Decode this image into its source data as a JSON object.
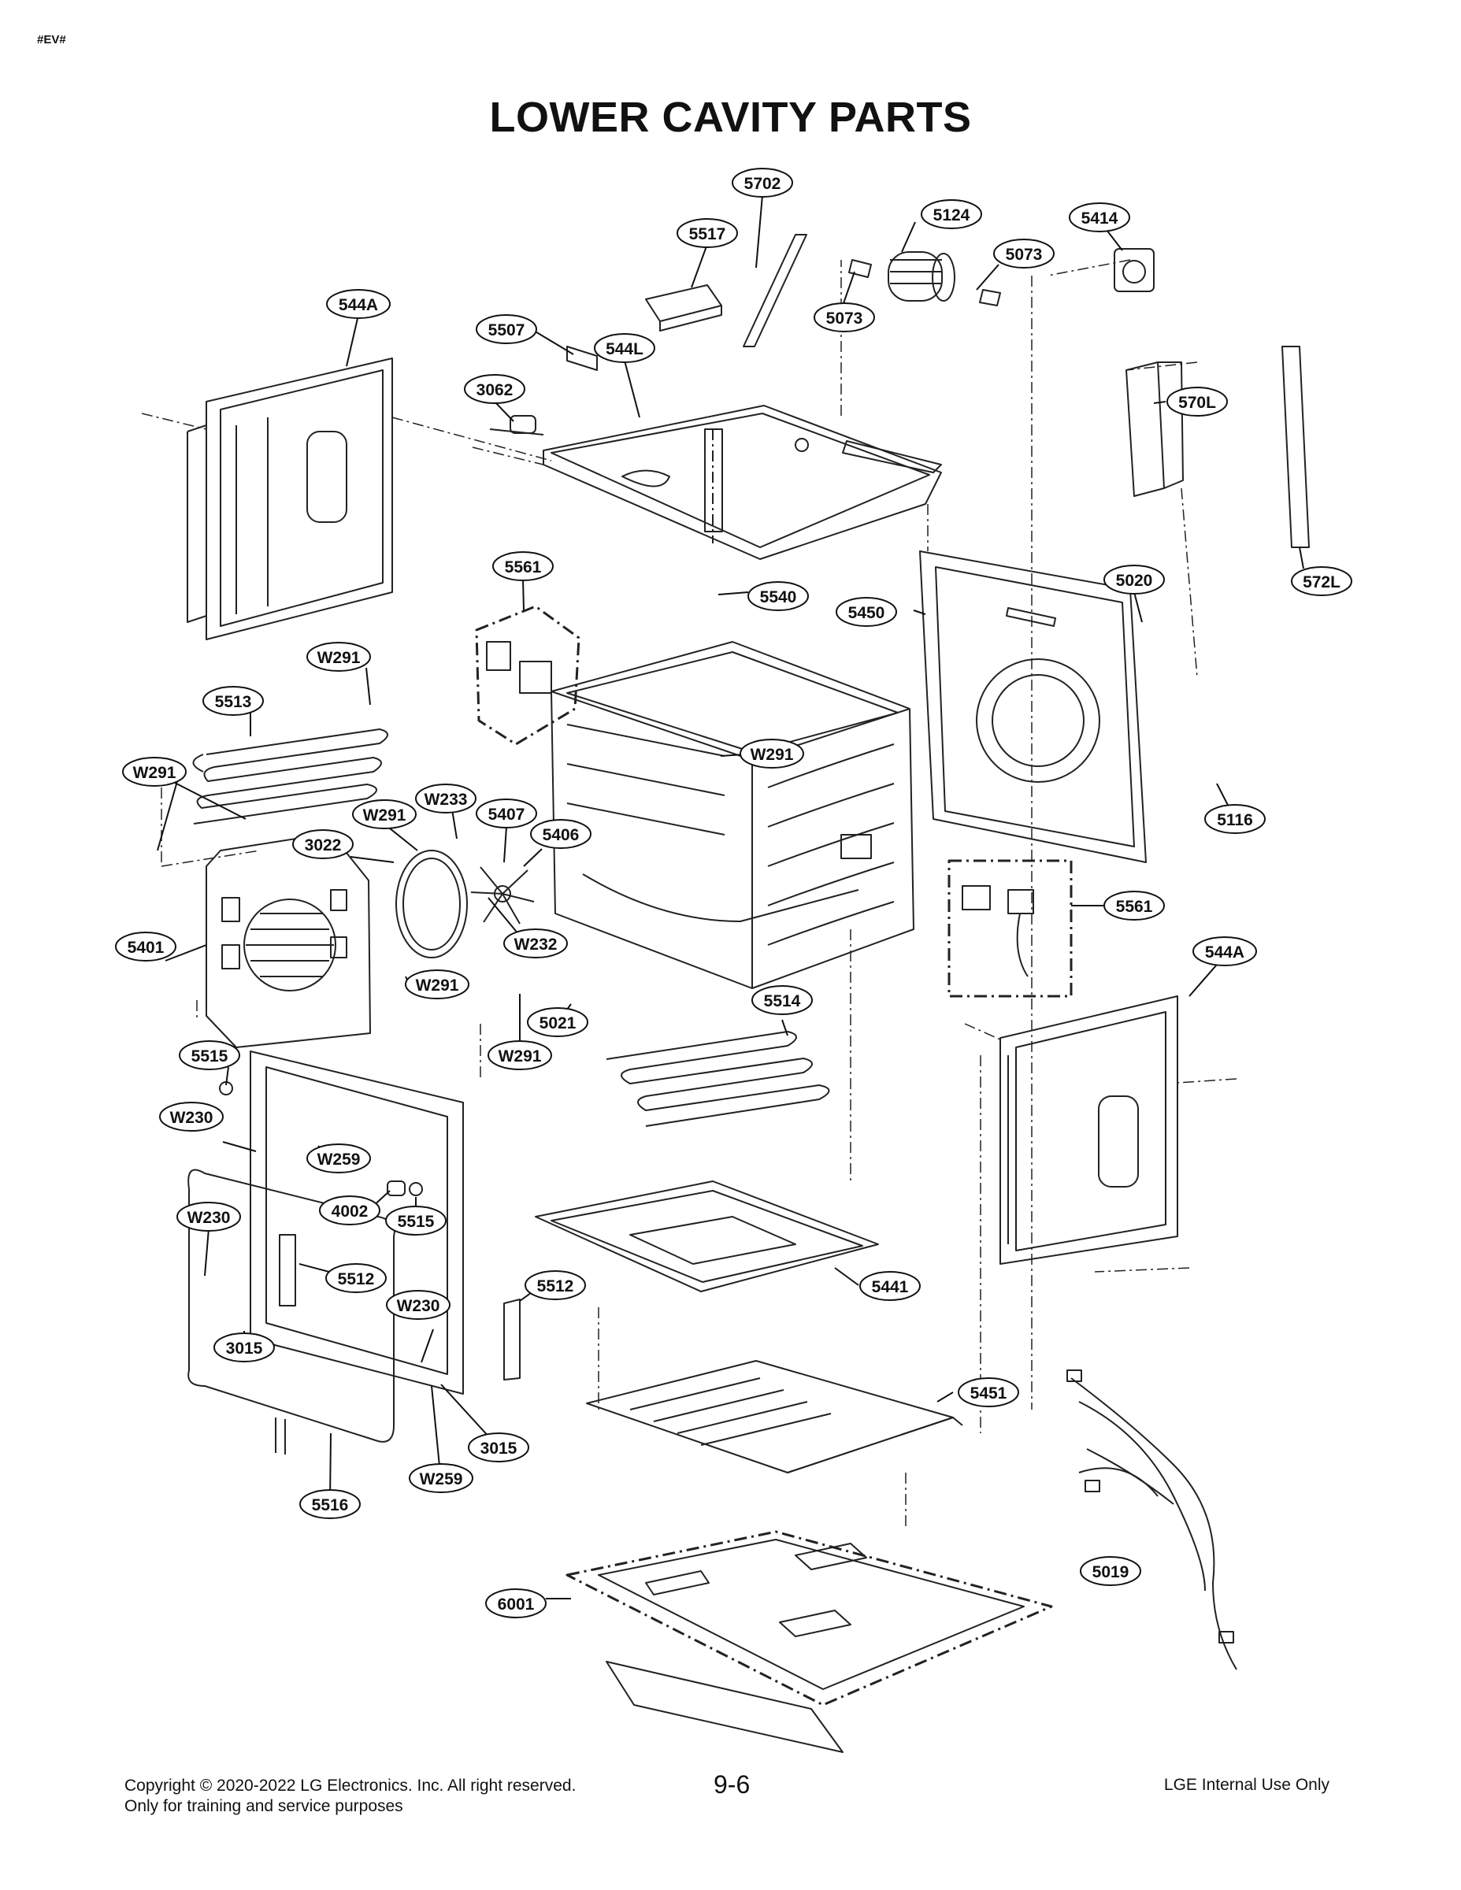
{
  "header": {
    "tag": "#EV#",
    "title": "LOWER CAVITY PARTS"
  },
  "diagram": {
    "callouts": [
      {
        "id": "c-5702",
        "label": "5702"
      },
      {
        "id": "c-5517",
        "label": "5517"
      },
      {
        "id": "c-5124",
        "label": "5124"
      },
      {
        "id": "c-5414",
        "label": "5414"
      },
      {
        "id": "c-5073a",
        "label": "5073"
      },
      {
        "id": "c-5073b",
        "label": "5073"
      },
      {
        "id": "c-544Aa",
        "label": "544A"
      },
      {
        "id": "c-5507",
        "label": "5507"
      },
      {
        "id": "c-544L",
        "label": "544L"
      },
      {
        "id": "c-3062",
        "label": "3062"
      },
      {
        "id": "c-570L",
        "label": "570L"
      },
      {
        "id": "c-572L",
        "label": "572L"
      },
      {
        "id": "c-5561a",
        "label": "5561"
      },
      {
        "id": "c-5540",
        "label": "5540"
      },
      {
        "id": "c-5450",
        "label": "5450"
      },
      {
        "id": "c-5020",
        "label": "5020"
      },
      {
        "id": "c-W291a",
        "label": "W291"
      },
      {
        "id": "c-5513",
        "label": "5513"
      },
      {
        "id": "c-W291b",
        "label": "W291"
      },
      {
        "id": "c-W291c",
        "label": "W291"
      },
      {
        "id": "c-W233",
        "label": "W233"
      },
      {
        "id": "c-W291d",
        "label": "W291"
      },
      {
        "id": "c-5407",
        "label": "5407"
      },
      {
        "id": "c-3022",
        "label": "3022"
      },
      {
        "id": "c-5406",
        "label": "5406"
      },
      {
        "id": "c-5116",
        "label": "5116"
      },
      {
        "id": "c-5401",
        "label": "5401"
      },
      {
        "id": "c-W232",
        "label": "W232"
      },
      {
        "id": "c-5561b",
        "label": "5561"
      },
      {
        "id": "c-544Ab",
        "label": "544A"
      },
      {
        "id": "c-W291e",
        "label": "W291"
      },
      {
        "id": "c-5514",
        "label": "5514"
      },
      {
        "id": "c-5021",
        "label": "5021"
      },
      {
        "id": "c-W291f",
        "label": "W291"
      },
      {
        "id": "c-5515a",
        "label": "5515"
      },
      {
        "id": "c-W230a",
        "label": "W230"
      },
      {
        "id": "c-W259a",
        "label": "W259"
      },
      {
        "id": "c-4002",
        "label": "4002"
      },
      {
        "id": "c-5515b",
        "label": "5515"
      },
      {
        "id": "c-W230b",
        "label": "W230"
      },
      {
        "id": "c-5512a",
        "label": "5512"
      },
      {
        "id": "c-5512b",
        "label": "5512"
      },
      {
        "id": "c-5441",
        "label": "5441"
      },
      {
        "id": "c-W230c",
        "label": "W230"
      },
      {
        "id": "c-3015a",
        "label": "3015"
      },
      {
        "id": "c-5451",
        "label": "5451"
      },
      {
        "id": "c-3015b",
        "label": "3015"
      },
      {
        "id": "c-W259b",
        "label": "W259"
      },
      {
        "id": "c-5516",
        "label": "5516"
      },
      {
        "id": "c-6001",
        "label": "6001"
      },
      {
        "id": "c-5019",
        "label": "5019"
      }
    ]
  },
  "footer": {
    "copyright": "Copyright © 2020-2022 LG Electronics. Inc. All right reserved.",
    "training": "Only for training and service purposes",
    "page_number": "9-6",
    "internal": "LGE Internal Use Only"
  }
}
